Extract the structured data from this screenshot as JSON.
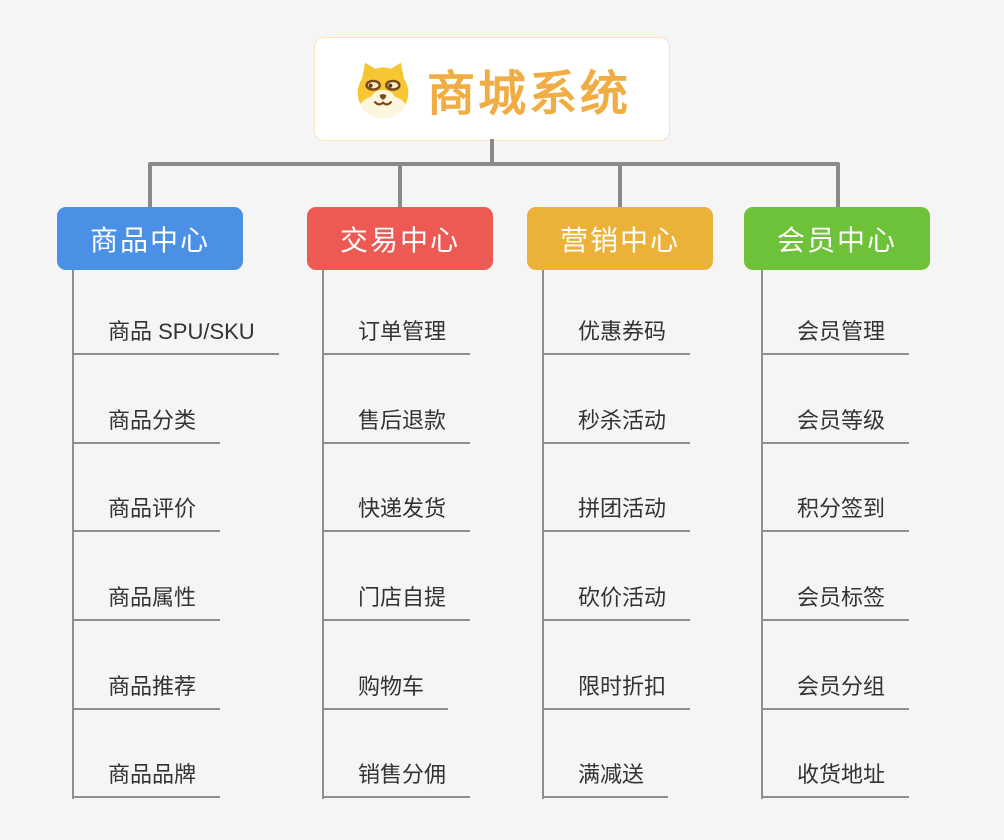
{
  "canvas": {
    "background_color": "#f5f5f5",
    "connector_color": "#8a8a8a",
    "underline_color": "#8f8f8f",
    "item_text_color": "#333333"
  },
  "root": {
    "title": "商城系统",
    "title_color": "#f0ad43",
    "border_color": "#f0c88a",
    "icon": "shiba-dog-face-icon"
  },
  "branches": [
    {
      "label": "商品中心",
      "color": "#4a90e5",
      "items": [
        "商品 SPU/SKU",
        "商品分类",
        "商品评价",
        "商品属性",
        "商品推荐",
        "商品品牌"
      ]
    },
    {
      "label": "交易中心",
      "color": "#ed5a54",
      "items": [
        "订单管理",
        "售后退款",
        "快递发货",
        "门店自提",
        "购物车",
        "销售分佣"
      ]
    },
    {
      "label": "营销中心",
      "color": "#ecb138",
      "items": [
        "优惠券码",
        "秒杀活动",
        "拼团活动",
        "砍价活动",
        "限时折扣",
        "满减送"
      ]
    },
    {
      "label": "会员中心",
      "color": "#6ec239",
      "items": [
        "会员管理",
        "会员等级",
        "积分签到",
        "会员标签",
        "会员分组",
        "收货地址"
      ]
    }
  ]
}
